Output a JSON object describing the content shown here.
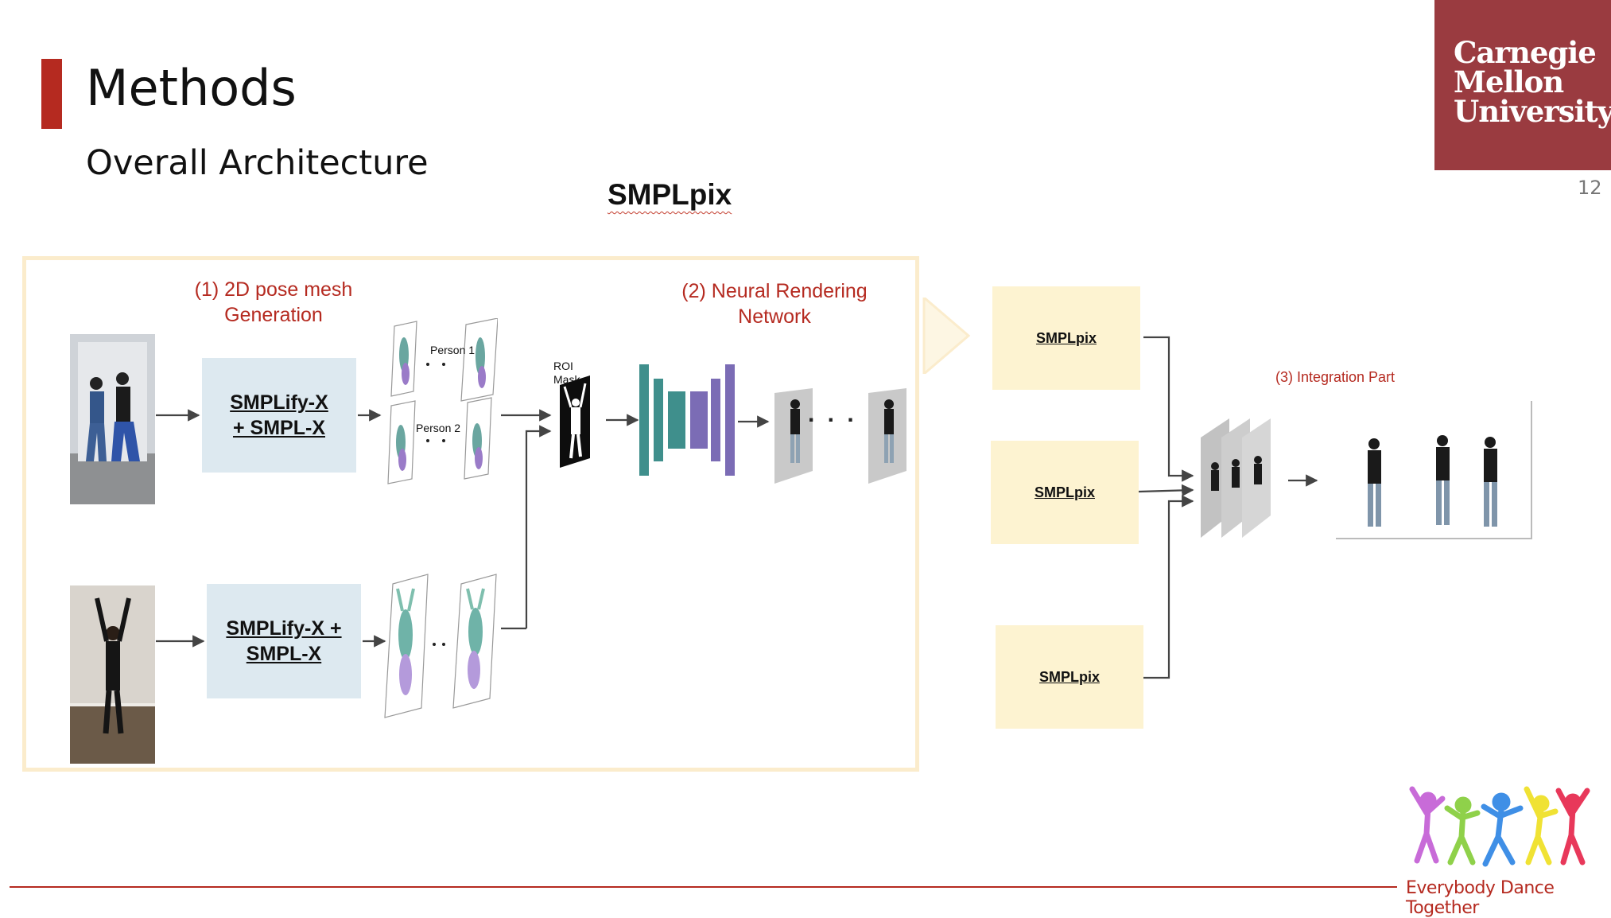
{
  "slide": {
    "title": "Methods",
    "subtitle": "Overall Architecture",
    "page_number": "12",
    "footer_text": "Everybody Dance Together",
    "logo": {
      "line1": "Carnegie",
      "line2": "Mellon",
      "line3": "University"
    }
  },
  "diagram": {
    "title": "SMPLpix",
    "stage1_label": {
      "line1": "(1) 2D pose mesh",
      "line2": "Generation"
    },
    "stage2_label": {
      "line1": "(2) Neural Rendering",
      "line2": "Network"
    },
    "stage3_label": "(3) Integration Part",
    "smplify_box_top": {
      "line1": "SMPLify-X",
      "line2": "+ SMPL-X"
    },
    "smplify_box_bottom": {
      "line1": "SMPLify-X +",
      "line2": "SMPL-X"
    },
    "person1_label": "Person 1",
    "person2_label": "Person 2",
    "roi_mask_label": {
      "line1": "ROI",
      "line2": "Mask"
    },
    "smplpix_boxes": [
      "SMPLpix",
      "SMPLpix",
      "SMPLpix"
    ],
    "ellipsis": ". . ."
  },
  "colors": {
    "accent": "#b52a20",
    "logo_bg": "#9a3b40",
    "box_blue": "#dde9f0",
    "box_yellow": "#fdf3d1",
    "frame": "#fbeccc",
    "encoder_teal": "#3f8f8c",
    "decoder_purple": "#7b6cb5"
  }
}
